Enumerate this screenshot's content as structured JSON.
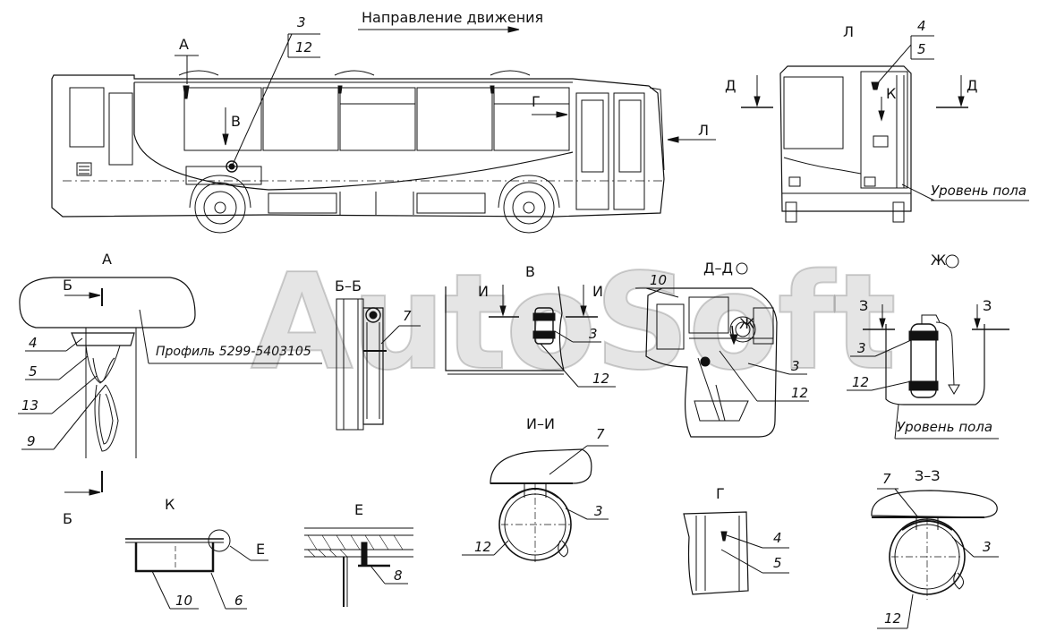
{
  "title_direction": "Направление движения",
  "views": {
    "A": "А",
    "B_section": "Б–Б",
    "V": "В",
    "D_section": "Д–Д",
    "Zh": "Ж",
    "I_section": "И–И",
    "K": "К",
    "E": "Е",
    "G": "Г",
    "Z_section": "З–З",
    "L": "Л"
  },
  "arrows": {
    "A": "А",
    "V": "В",
    "G": "Г",
    "L": "Л",
    "K": "К",
    "D_left": "Д",
    "D_right": "Д",
    "B_top": "Б",
    "B_bottom": "Б",
    "I_left": "И",
    "I_right": "И",
    "Z_left": "З",
    "Z_right": "З",
    "Zh": "Ж",
    "E": "Е"
  },
  "notes": {
    "floor_level": "Уровень пола",
    "profile": "Профиль 5299-5403105"
  },
  "callouts": {
    "n3": "3",
    "n4": "4",
    "n5": "5",
    "n6": "6",
    "n7": "7",
    "n8": "8",
    "n9": "9",
    "n10": "10",
    "n12": "12",
    "n13": "13"
  },
  "watermark": "AutoSoft"
}
